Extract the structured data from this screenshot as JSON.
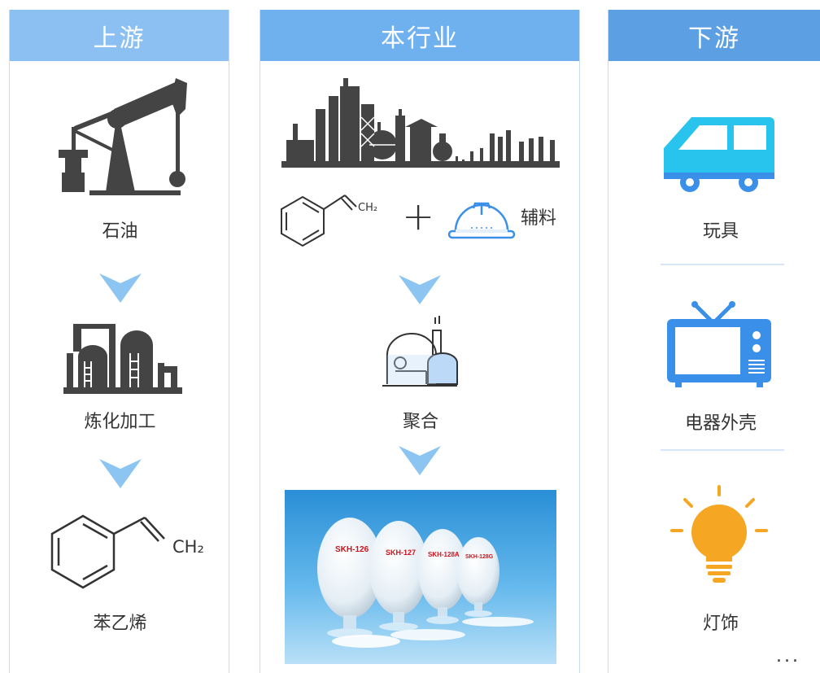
{
  "upstream": {
    "header": "上游",
    "steps": [
      {
        "label": "石油",
        "icon": "oil-pump-icon"
      },
      {
        "label": "炼化加工",
        "icon": "refinery-icon"
      },
      {
        "label": "苯乙烯",
        "icon": "styrene-structure-icon",
        "formula_group": "CH₂"
      }
    ]
  },
  "industry": {
    "header": "本行业",
    "inputs": {
      "formula_group": "CH₂",
      "plus": "+",
      "auxiliary_label": "辅料"
    },
    "process_label": "聚合",
    "product_tags": [
      "SKH-126",
      "SKH-127",
      "SKH-128A",
      "SKH-128G"
    ]
  },
  "downstream": {
    "header": "下游",
    "items": [
      {
        "label": "玩具",
        "icon": "toy-vehicle-icon"
      },
      {
        "label": "电器外壳",
        "icon": "television-icon"
      },
      {
        "label": "灯饰",
        "icon": "lightbulb-icon"
      }
    ],
    "more": "..."
  },
  "colors": {
    "header_up": "#8cc0f2",
    "header_mid": "#6fb0ee",
    "header_down": "#5c9fe3",
    "arrow": "#8cc4f2",
    "icon_dark": "#444444",
    "cyan": "#29c4ee",
    "blue": "#3a8fe8",
    "orange": "#f5a623"
  }
}
